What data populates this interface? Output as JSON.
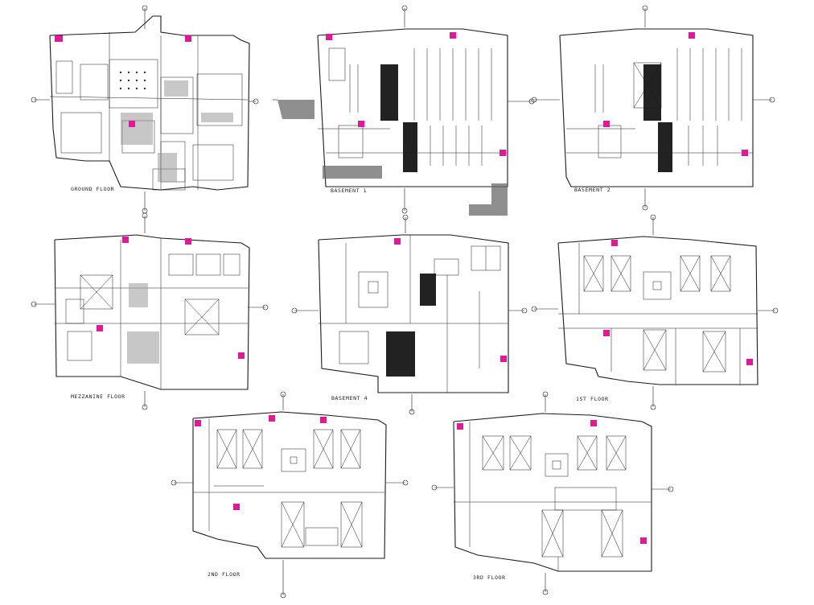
{
  "drawing": {
    "plans": [
      {
        "id": "ground-floor",
        "label": "GROUND FLOOR"
      },
      {
        "id": "basement-1",
        "label": "BASEMENT 1"
      },
      {
        "id": "basement-2",
        "label": "BASEMENT 2"
      },
      {
        "id": "mezzanine-floor",
        "label": "MEZZANINE FLOOR"
      },
      {
        "id": "basement-4",
        "label": "BASEMENT 4"
      },
      {
        "id": "1st-floor",
        "label": "1ST FLOOR"
      },
      {
        "id": "2nd-floor",
        "label": "2ND FLOOR"
      },
      {
        "id": "3rd-floor",
        "label": "3RD FLOOR"
      }
    ],
    "colors": {
      "line": "#1a1a1a",
      "hatch": "#555555",
      "highlight": "#e0189a",
      "background": "#ffffff"
    }
  }
}
